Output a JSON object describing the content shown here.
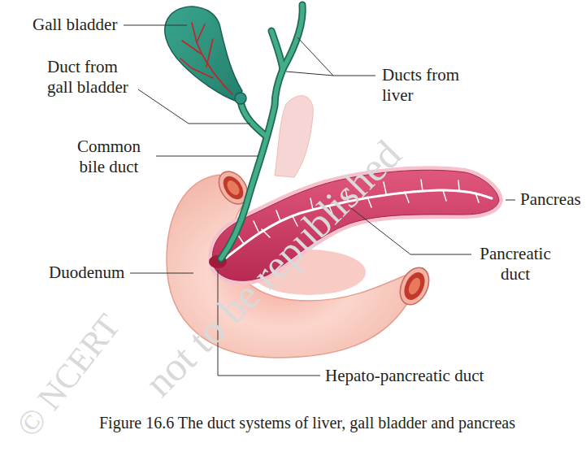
{
  "diagram": {
    "caption": "Figure 16.6 The duct systems of liver, gall bladder and pancreas",
    "labels": [
      "Gall bladder",
      "Duct from gall bladder",
      "Ducts from liver",
      "Common bile duct",
      "Pancreas",
      "Pancreatic duct",
      "Duodenum",
      "Hepato-pancreatic duct",
      "© NCERT",
      "not to be republished"
    ]
  }
}
